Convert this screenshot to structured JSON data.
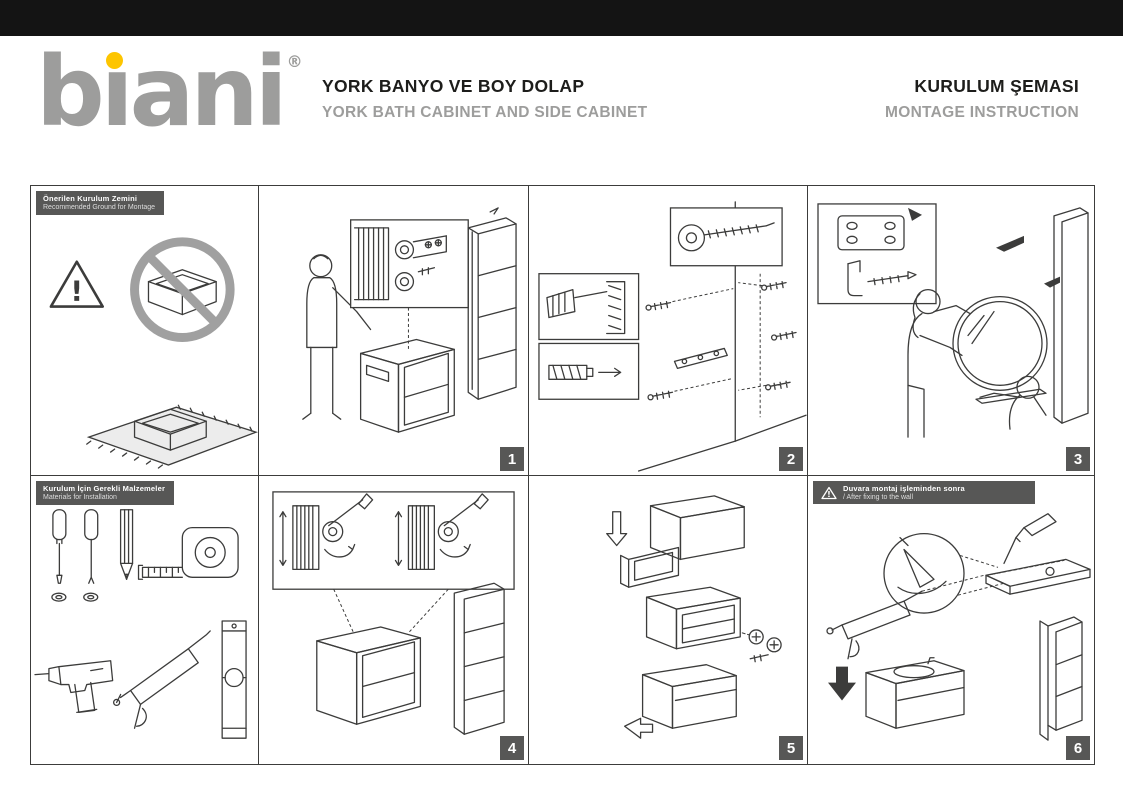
{
  "logo": {
    "b": "b",
    "i_dotless": "ı",
    "rest": "ani",
    "registered_mark": "®"
  },
  "header": {
    "product_title_tr": "YORK BANYO VE BOY DOLAP",
    "product_title_en": "YORK BATH CABINET AND SIDE CABINET",
    "doc_title_tr": "KURULUM ŞEMASI",
    "doc_title_en": "MONTAGE INSTRUCTION"
  },
  "colors": {
    "logo_gray": "#9d9d9c",
    "logo_yellow": "#fdc500",
    "top_bar_black": "#141414",
    "panel_header_gray": "#575756",
    "line_art": "#3c3c3b"
  },
  "panels": {
    "warning_mark": "!",
    "ground": {
      "header_tr": "Önerilen Kurulum Zemini",
      "header_en": "Recommended Ground for Montage"
    },
    "materials": {
      "header_tr": "Kurulum İçin Gerekli Malzemeler",
      "header_en": "Materials for Installation"
    },
    "step6": {
      "warning_tr": "Duvara montaj işleminden sonra",
      "warning_en": "/ After fixing to the wall"
    },
    "steps": [
      {
        "number": "1"
      },
      {
        "number": "2"
      },
      {
        "number": "3"
      },
      {
        "number": "4"
      },
      {
        "number": "5"
      },
      {
        "number": "6"
      }
    ]
  }
}
